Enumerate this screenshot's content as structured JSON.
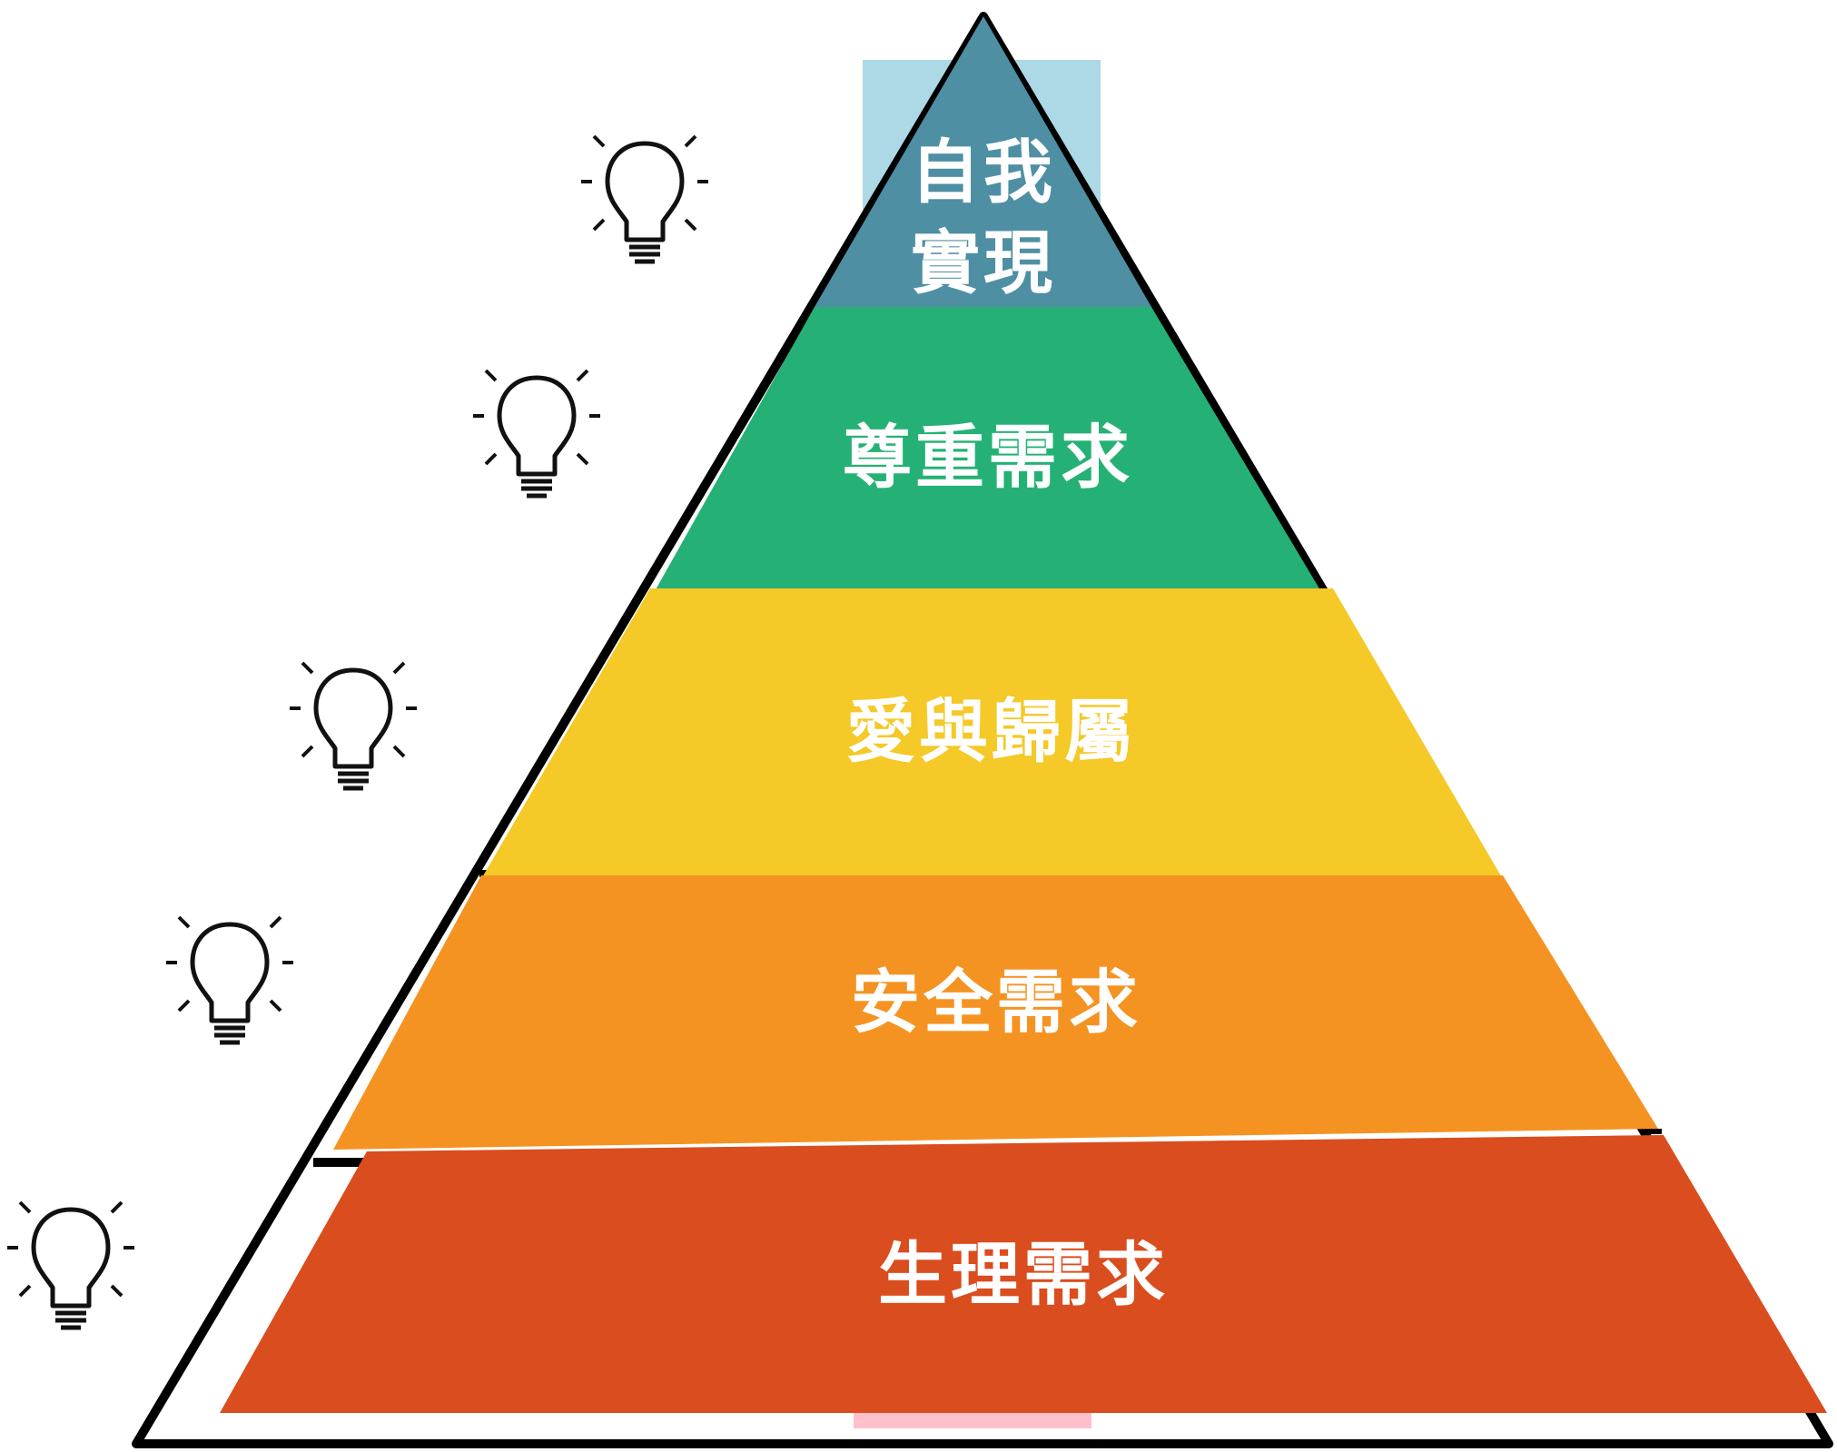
{
  "diagram": {
    "tiers": [
      {
        "lines": [
          "自我",
          "實現"
        ],
        "color": "#4e8fa3"
      },
      {
        "lines": [
          "尊重需求"
        ],
        "color": "#25b175"
      },
      {
        "lines": [
          "愛與歸屬"
        ],
        "color": "#f4c928"
      },
      {
        "lines": [
          "安全需求"
        ],
        "color": "#f59322"
      },
      {
        "lines": [
          "生理需求"
        ],
        "color": "#da4d1e"
      }
    ],
    "top_highlight_color": "#add8e6",
    "bottom_highlight_color": "#ffc0cb",
    "outline_color": "#000000",
    "icon": "lightbulb-icon"
  }
}
